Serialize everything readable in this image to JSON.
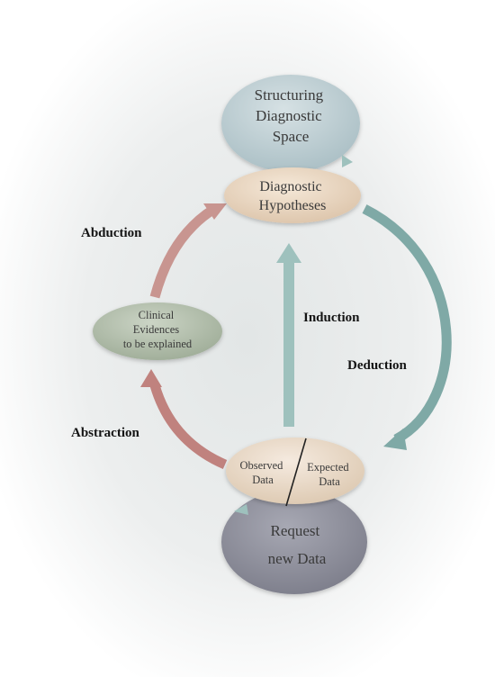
{
  "nodes": {
    "structuring": {
      "lines": [
        "Structuring",
        "Diagnostic",
        "Space"
      ]
    },
    "hypotheses": {
      "lines": [
        "Diagnostic",
        "Hypotheses"
      ]
    },
    "clinical": {
      "lines": [
        "Clinical",
        "Evidences",
        "to be explained"
      ]
    },
    "observed": {
      "lines": [
        "Observed",
        "Data"
      ]
    },
    "expected": {
      "lines": [
        "Expected",
        "Data"
      ]
    },
    "request": {
      "lines": [
        "Request",
        "new Data"
      ]
    }
  },
  "edges": {
    "abduction": "Abduction",
    "induction": "Induction",
    "deduction": "Deduction",
    "abstraction": "Abstraction"
  },
  "colors": {
    "background_glow": "#dfe4e4",
    "structuring_fill": "#b9cbd0",
    "hypotheses_fill": "#ead6c0",
    "clinical_fill": "#b3bfac",
    "observed_fill": "#eadbc8",
    "request_fill": "#8d8e9a",
    "abduction_arrow": "#c89590",
    "abstraction_arrow": "#c0827e",
    "induction_arrow": "#9ec1bd",
    "deduction_arrow": "#7fa9a6"
  }
}
